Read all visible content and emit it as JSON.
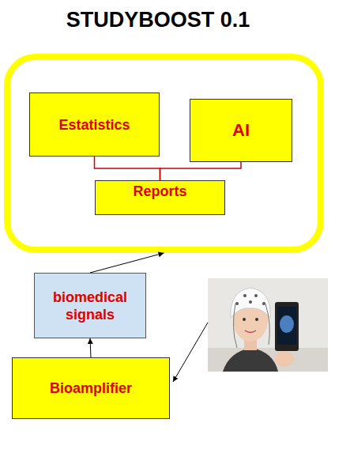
{
  "diagram": {
    "title": "STUDYBOOST 0.1",
    "nodes": [
      {
        "text": []
      },
      {
        "text": [
          "Estatistics"
        ],
        "in": 0
      },
      {
        "text": [
          "AI"
        ],
        "in": 0
      },
      {
        "text": [
          "Reports"
        ],
        "in": 0
      },
      {
        "text": [
          "biomedical signals"
        ]
      },
      {
        "text": [
          "Bioamplifier"
        ]
      }
    ],
    "edges": [
      {
        "from": 1,
        "to": 3,
        "arrow": "none"
      },
      {
        "from": 2,
        "to": 3,
        "arrow": "none"
      },
      {
        "from": 4,
        "to": 0,
        "arrow": "to"
      },
      {
        "from": 5,
        "to": 4,
        "arrow": "to"
      }
    ]
  }
}
